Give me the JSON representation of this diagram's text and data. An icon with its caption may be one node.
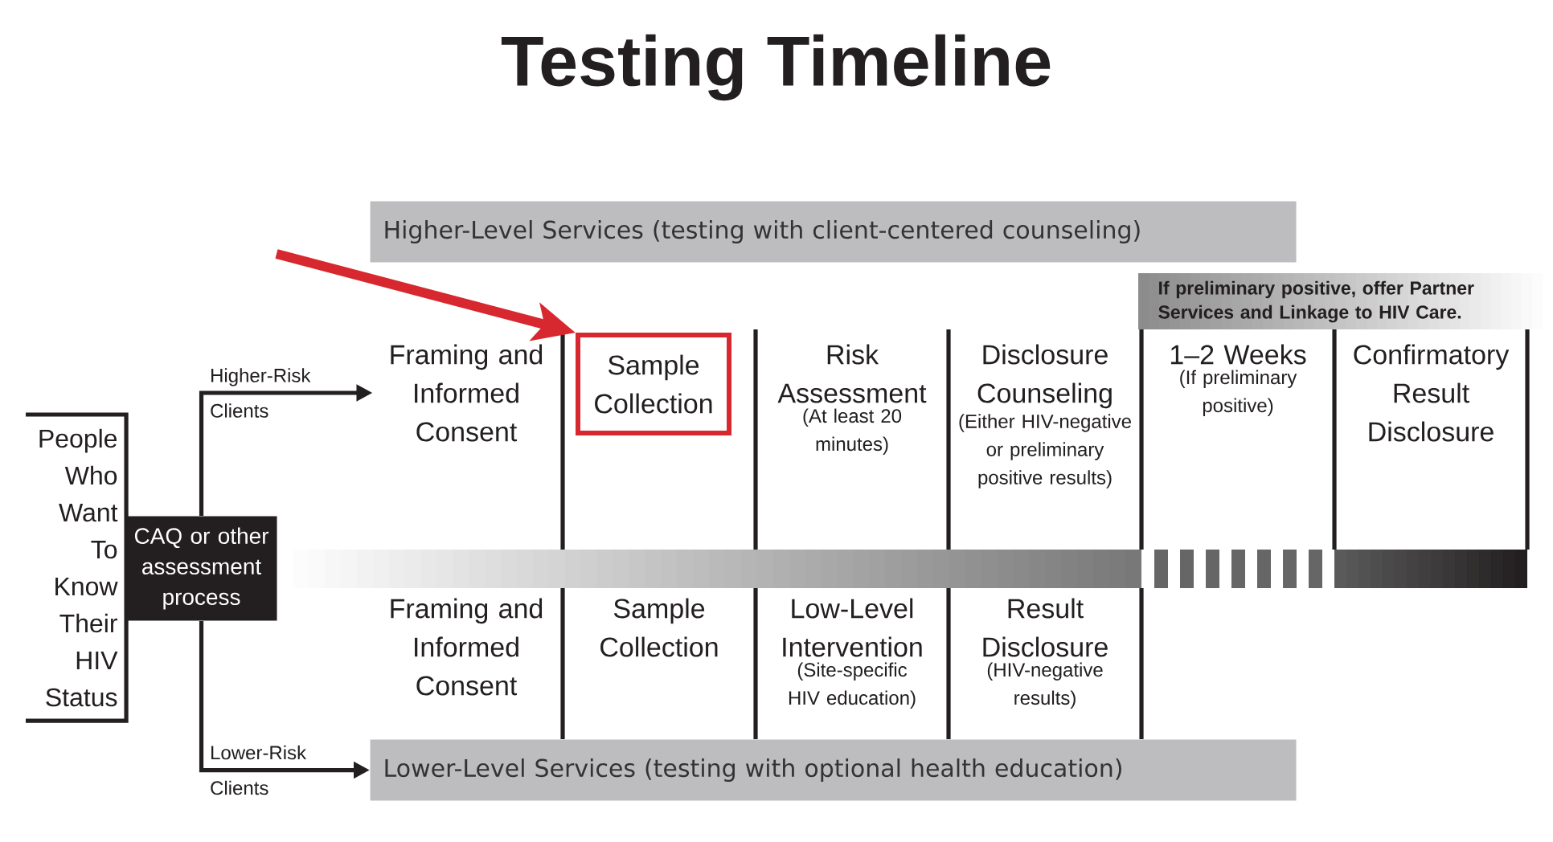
{
  "diagram": {
    "title": "Testing Timeline",
    "nodes": [
      {
        "text": [
          "People Who Want To Know Their HIV Status"
        ]
      },
      {
        "text": [
          "CAQ or other assessment process"
        ]
      },
      {
        "text": [
          "Higher-Level Services (testing with client-centered counseling)"
        ]
      },
      {
        "text": [
          "If preliminary positive, offer Partner Services and Linkage to HIV Care."
        ]
      },
      {
        "text": [
          "Framing and Informed Consent"
        ]
      },
      {
        "text": [
          "Sample Collection"
        ]
      },
      {
        "text": [
          "Risk Assessment",
          "(At least 20 minutes)"
        ]
      },
      {
        "text": [
          "Disclosure Counseling",
          "(Either HIV-negative or preliminary positive results)"
        ]
      },
      {
        "text": [
          "1–2 Weeks",
          "(If preliminary positive)"
        ]
      },
      {
        "text": [
          "Confirmatory Result Disclosure"
        ]
      },
      {
        "text": [
          "Framing and Informed Consent"
        ]
      },
      {
        "text": [
          "Sample Collection"
        ]
      },
      {
        "text": [
          "Low-Level Intervention",
          "(Site-specific HIV education)"
        ]
      },
      {
        "text": [
          "Result Disclosure",
          "(HIV-negative results)"
        ]
      },
      {
        "text": [
          "Lower-Level Services (testing with optional health education)"
        ]
      }
    ],
    "edges": [
      {
        "from": 1,
        "to": 4,
        "arrow": "to",
        "label": "Higher-Risk Clients"
      },
      {
        "from": 1,
        "to": 14,
        "arrow": "to",
        "label": "Lower-Risk Clients"
      },
      {
        "from": null,
        "to": 5,
        "arrow": "to",
        "style": "thick",
        "color": "#d7282f"
      }
    ]
  }
}
